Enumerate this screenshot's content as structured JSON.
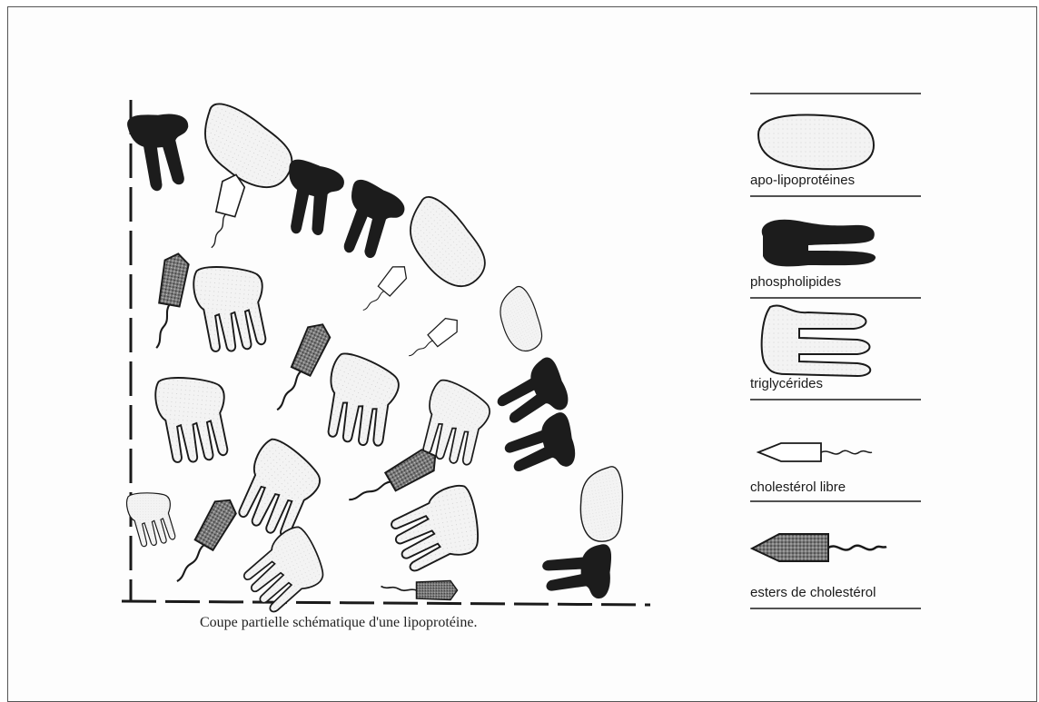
{
  "caption": "Coupe partielle schématique d'une lipoprotéine.",
  "legend": [
    {
      "key": "apo",
      "label": "apo-lipoprotéines",
      "icon": "apolipoprotein-icon"
    },
    {
      "key": "phospho",
      "label": "phospholipides",
      "icon": "phospholipid-icon"
    },
    {
      "key": "trig",
      "label": "triglycérides",
      "icon": "triglyceride-icon"
    },
    {
      "key": "chol",
      "label": "cholestérol libre",
      "icon": "free-cholesterol-icon"
    },
    {
      "key": "ester",
      "label": "esters de cholestérol",
      "icon": "cholesterol-ester-icon"
    }
  ],
  "colors": {
    "ink": "#1a1a1a",
    "light_fill": "#f1f1f1",
    "dark_fill": "#1c1c1c",
    "speckle_fill": "#6e6e6e"
  }
}
